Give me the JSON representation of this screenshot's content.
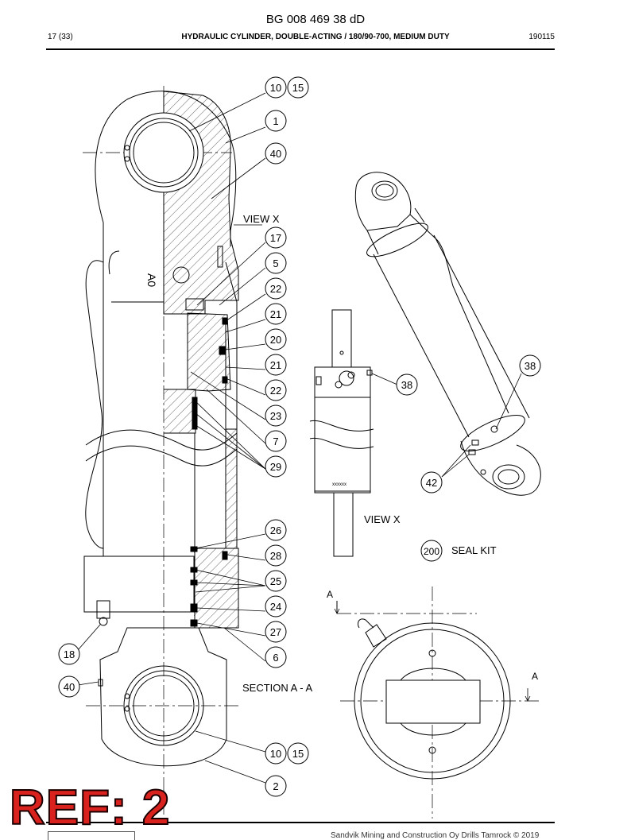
{
  "header": {
    "doc_number": "BG 008 469 38 dD",
    "page": "17 (33)",
    "title": "HYDRAULIC CYLINDER, DOUBLE-ACTING / 180/90-700, MEDIUM DUTY",
    "date_code": "190115"
  },
  "drawing": {
    "view_x_label": "VIEW X",
    "view_x_caption": "VIEW X",
    "section_label": "SECTION A - A",
    "section_marker": "A",
    "seal_kit_label": "SEAL KIT",
    "rod_marking": "xxxxxx",
    "engraving": "A0",
    "callouts": [
      "10",
      "15",
      "1",
      "40",
      "17",
      "5",
      "22",
      "21",
      "20",
      "21",
      "22",
      "23",
      "7",
      "29",
      "26",
      "28",
      "25",
      "24",
      "27",
      "6",
      "18",
      "40",
      "10",
      "15",
      "2",
      "38",
      "38",
      "42",
      "200"
    ]
  },
  "stamp": {
    "text": "REF: 2",
    "color": "#d9221d"
  },
  "footer": {
    "copyright": "Sandvik Mining and Construction Oy Drills Tamrock © 2019"
  }
}
